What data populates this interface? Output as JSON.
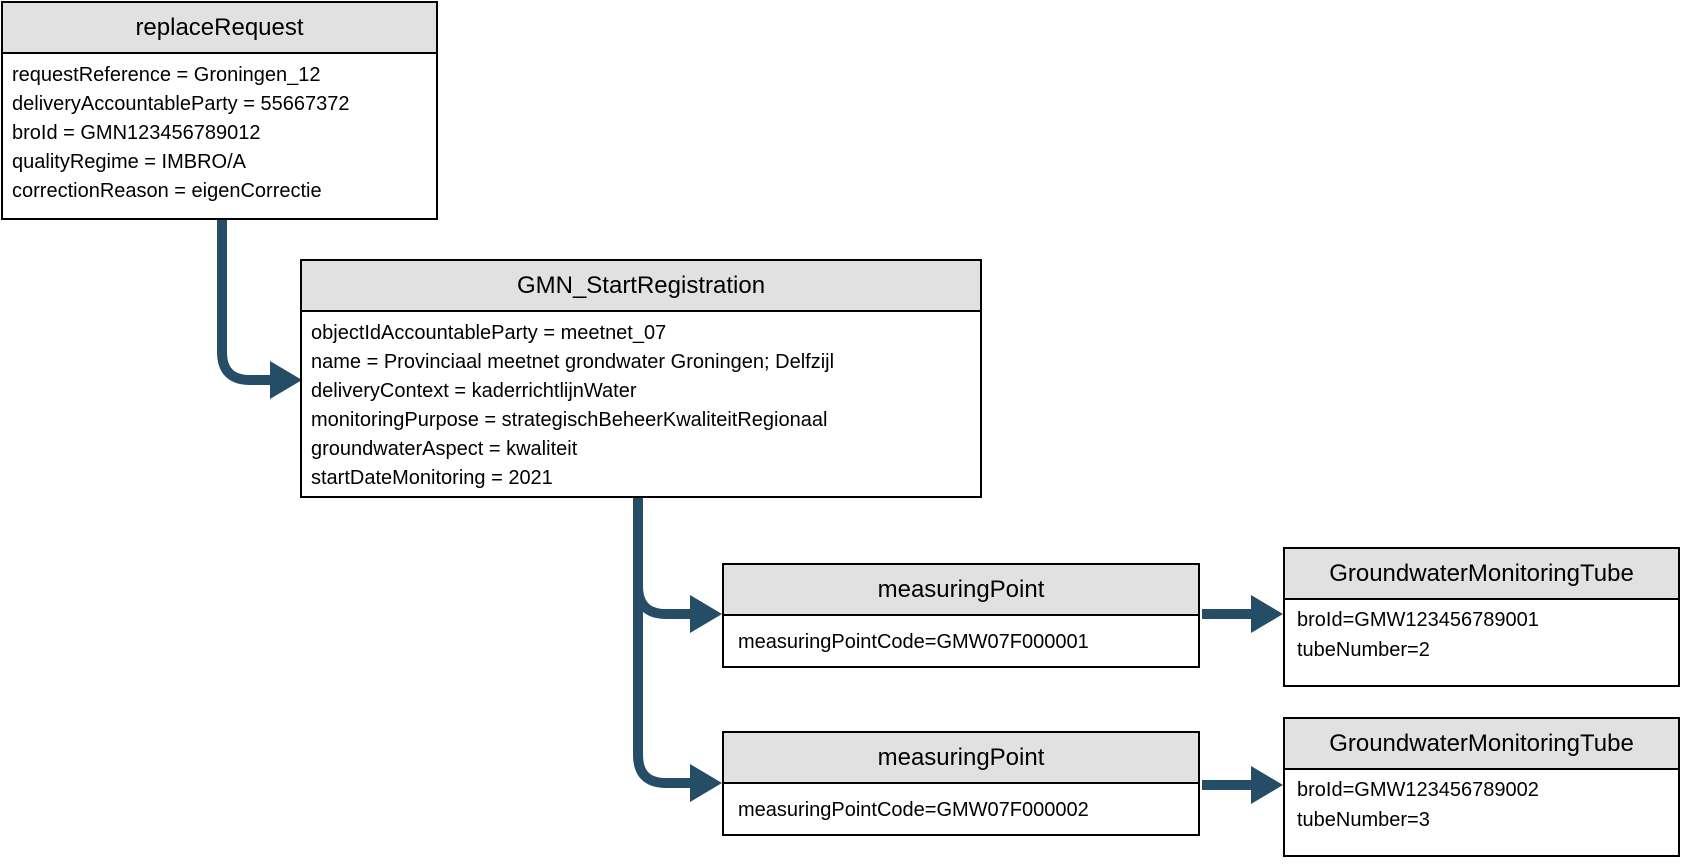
{
  "colors": {
    "arrow": "#264d66",
    "header_fill": "#e1e1e1",
    "border": "#000000",
    "background": "#ffffff",
    "text": "#000000"
  },
  "boxes": {
    "replace_request": {
      "title": "replaceRequest",
      "attrs": [
        "requestReference = Groningen_12",
        "deliveryAccountableParty = 55667372",
        "broId = GMN123456789012",
        "qualityRegime = IMBRO/A",
        "correctionReason = eigenCorrectie"
      ]
    },
    "gmn_start_registration": {
      "title": "GMN_StartRegistration",
      "attrs": [
        "objectIdAccountableParty = meetnet_07",
        "name = Provinciaal meetnet grondwater Groningen; Delfzijl",
        "deliveryContext = kaderrichtlijnWater",
        "monitoringPurpose = strategischBeheerKwaliteitRegionaal",
        "groundwaterAspect = kwaliteit",
        "startDateMonitoring = 2021"
      ]
    },
    "measuring_point_1": {
      "title": "measuringPoint",
      "attrs": [
        "measuringPointCode=GMW07F000001"
      ]
    },
    "tube_1": {
      "title": "GroundwaterMonitoringTube",
      "attrs": [
        "broId=GMW123456789001",
        "tubeNumber=2"
      ]
    },
    "measuring_point_2": {
      "title": "measuringPoint",
      "attrs": [
        "measuringPointCode=GMW07F000002"
      ]
    },
    "tube_2": {
      "title": "GroundwaterMonitoringTube",
      "attrs": [
        "broId=GMW123456789002",
        "tubeNumber=3"
      ]
    }
  }
}
